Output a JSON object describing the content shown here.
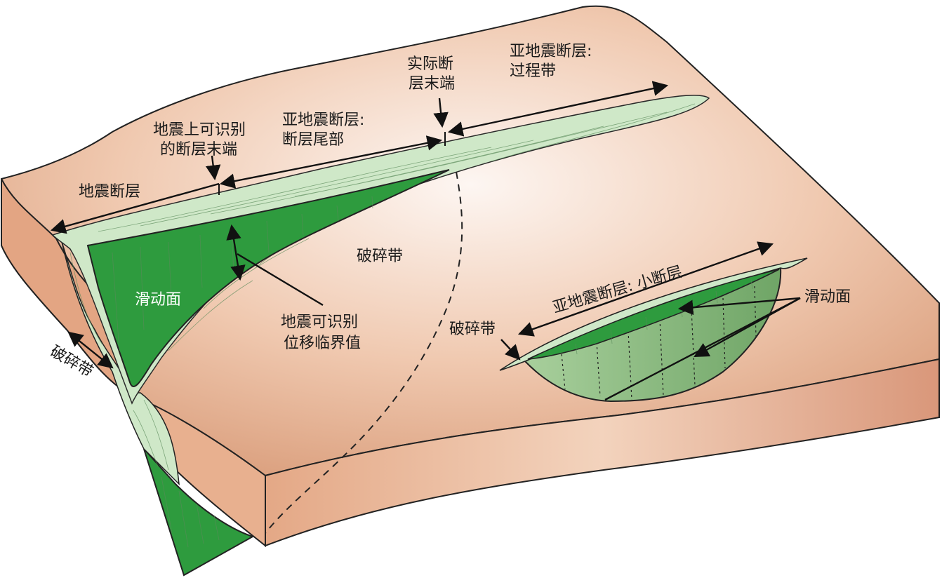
{
  "labels": {
    "earthquake_fault": "地震断层",
    "seismic_tip_line1": "地震上可识别",
    "seismic_tip_line2": "的断层末端",
    "subseismic_tail_line1": "亚地震断层:",
    "subseismic_tail_line2": "断层尾部",
    "actual_tip_line1": "实际断",
    "actual_tip_line2": "层末端",
    "subseismic_process_line1": "亚地震断层:",
    "subseismic_process_line2": "过程带",
    "damage_zone_top": "破碎带",
    "slip_surface_left": "滑动面",
    "threshold_line1": "地震可识别",
    "threshold_line2": "位移临界值",
    "damage_zone_left": "破碎带",
    "subseismic_small_fault": "亚地震断层: 小断层",
    "slip_surface_right": "滑动面",
    "damage_zone_right": "破碎带"
  },
  "colors": {
    "block_top_light": "#fdf4f0",
    "block_top_dark": "#d99b76",
    "block_side": "#e8b392",
    "fault_green": "#2e9b3e",
    "damage_light_green": "#cfe8c8",
    "ellipse_green": "#8dbb82",
    "outline": "#222222"
  }
}
